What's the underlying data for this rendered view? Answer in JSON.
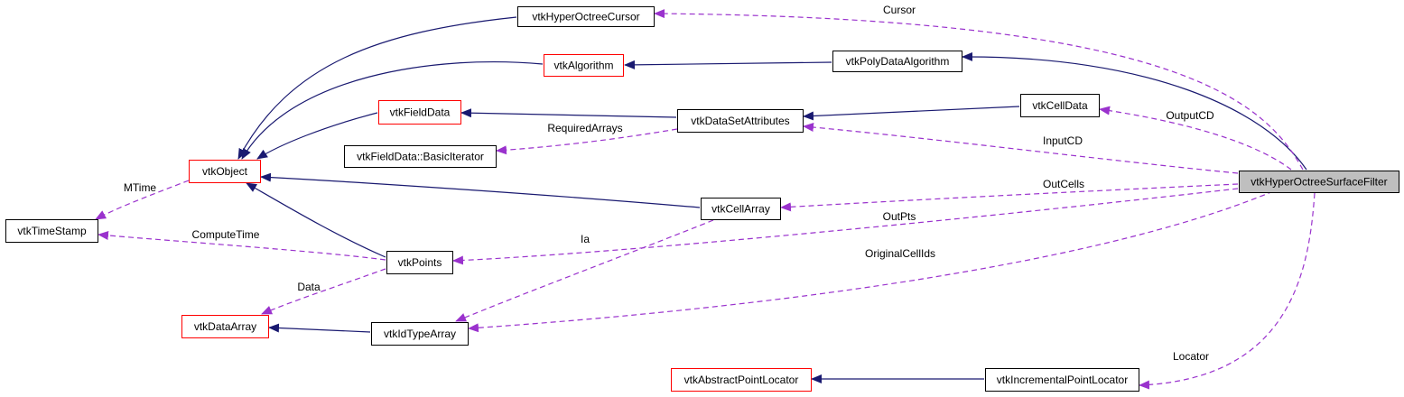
{
  "colors": {
    "inheritance": "#191970",
    "usage": "#9a32cd",
    "node_border": "#000000",
    "node_border_undocumented": "#ff0000",
    "focus_fill": "#bfbfbf",
    "node_fill": "#ffffff"
  },
  "nodes": {
    "hyper_octree_cursor": {
      "label": "vtkHyperOctreeCursor",
      "style": "normal"
    },
    "algorithm": {
      "label": "vtkAlgorithm",
      "style": "red"
    },
    "poly_data_algorithm": {
      "label": "vtkPolyDataAlgorithm",
      "style": "normal"
    },
    "field_data": {
      "label": "vtkFieldData",
      "style": "red"
    },
    "data_set_attributes": {
      "label": "vtkDataSetAttributes",
      "style": "normal"
    },
    "cell_data": {
      "label": "vtkCellData",
      "style": "normal"
    },
    "field_data_iterator": {
      "label": "vtkFieldData::BasicIterator",
      "style": "normal"
    },
    "object": {
      "label": "vtkObject",
      "style": "red"
    },
    "surface_filter": {
      "label": "vtkHyperOctreeSurfaceFilter",
      "style": "focus"
    },
    "time_stamp": {
      "label": "vtkTimeStamp",
      "style": "normal"
    },
    "cell_array": {
      "label": "vtkCellArray",
      "style": "normal"
    },
    "points": {
      "label": "vtkPoints",
      "style": "normal"
    },
    "data_array": {
      "label": "vtkDataArray",
      "style": "red"
    },
    "id_type_array": {
      "label": "vtkIdTypeArray",
      "style": "normal"
    },
    "abstract_point_locator": {
      "label": "vtkAbstractPointLocator",
      "style": "red"
    },
    "incremental_point_locator": {
      "label": "vtkIncrementalPointLocator",
      "style": "normal"
    }
  },
  "edges": {
    "cursor": {
      "label": "Cursor",
      "kind": "usage"
    },
    "output_cd": {
      "label": "OutputCD",
      "kind": "usage"
    },
    "input_cd": {
      "label": "InputCD",
      "kind": "usage"
    },
    "out_cells": {
      "label": "OutCells",
      "kind": "usage"
    },
    "out_pts": {
      "label": "OutPts",
      "kind": "usage"
    },
    "original_cell_ids": {
      "label": "OriginalCellIds",
      "kind": "usage"
    },
    "locator": {
      "label": "Locator",
      "kind": "usage"
    },
    "required_arrays": {
      "label": "RequiredArrays",
      "kind": "usage"
    },
    "m_time": {
      "label": "MTime",
      "kind": "usage"
    },
    "compute_time": {
      "label": "ComputeTime",
      "kind": "usage"
    },
    "ia": {
      "label": "Ia",
      "kind": "usage"
    },
    "data": {
      "label": "Data",
      "kind": "usage"
    },
    "inh_poly_to_filter": {
      "label": "",
      "kind": "inheritance"
    },
    "inh_algorithm_to_poly": {
      "label": "",
      "kind": "inheritance"
    },
    "inh_object_to_cursor": {
      "label": "",
      "kind": "inheritance"
    },
    "inh_object_to_algorithm": {
      "label": "",
      "kind": "inheritance"
    },
    "inh_object_to_field_data": {
      "label": "",
      "kind": "inheritance"
    },
    "inh_object_to_cell_array": {
      "label": "",
      "kind": "inheritance"
    },
    "inh_object_to_points": {
      "label": "",
      "kind": "inheritance"
    },
    "inh_field_data_to_dsa": {
      "label": "",
      "kind": "inheritance"
    },
    "inh_dsa_to_cell_data": {
      "label": "",
      "kind": "inheritance"
    },
    "inh_data_array_to_id_type": {
      "label": "",
      "kind": "inheritance"
    },
    "inh_abstract_to_incremental": {
      "label": "",
      "kind": "inheritance"
    }
  }
}
